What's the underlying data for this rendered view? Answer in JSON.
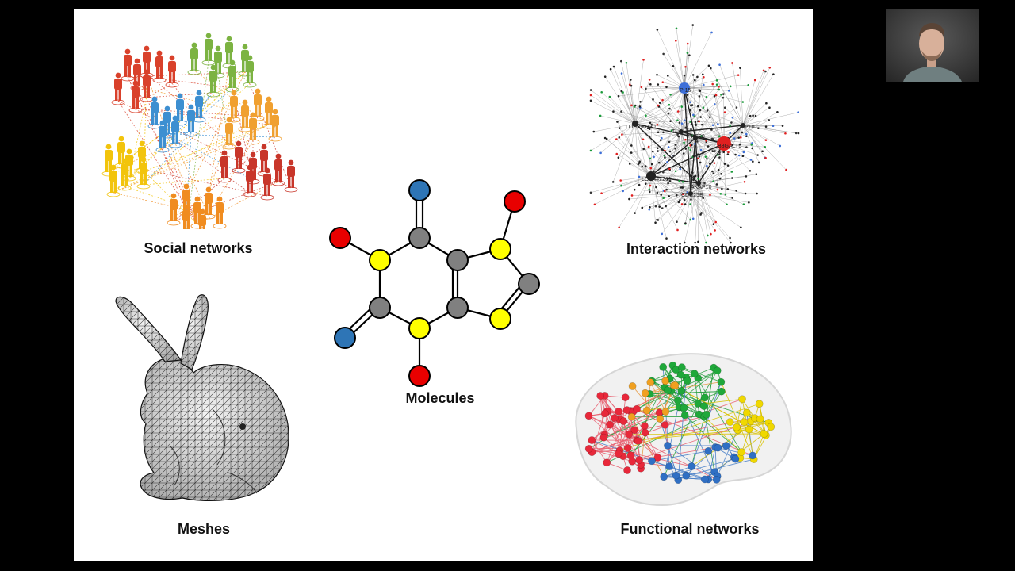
{
  "slide": {
    "captions": {
      "social": "Social networks",
      "interaction": "Interaction networks",
      "molecules": "Molecules",
      "meshes": "Meshes",
      "functional": "Functional networks"
    },
    "interaction_labels": [
      "PI15",
      "LOC390730",
      "TL4",
      "PHF20",
      "B3GALT5",
      "OPP10",
      "LOC442261",
      "AKAP10",
      "CDC25B"
    ],
    "molecule_atom_colors": {
      "carbon": "#808080",
      "nitrogen": "#ffff00",
      "oxygen": "#2e75b6",
      "methyl": "#e80000"
    }
  }
}
